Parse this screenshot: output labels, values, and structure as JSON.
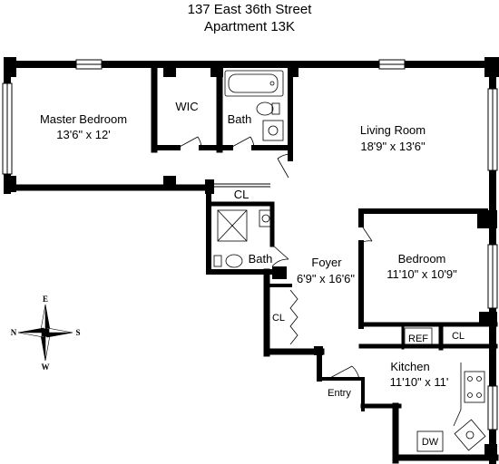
{
  "header": {
    "address": "137 East 36th Street",
    "unit": "Apartment 13K"
  },
  "rooms": {
    "master_bedroom": {
      "name": "Master Bedroom",
      "dims": "13'6\" x 12'"
    },
    "wic": {
      "name": "WIC"
    },
    "bath_top": {
      "name": "Bath"
    },
    "living_room": {
      "name": "Living Room",
      "dims": "18'9\" x 13'6\""
    },
    "closet_hall": {
      "name": "CL"
    },
    "bath_mid": {
      "name": "Bath"
    },
    "foyer": {
      "name": "Foyer",
      "dims": "6'9\" x 16'6\""
    },
    "bedroom": {
      "name": "Bedroom",
      "dims": "11'10\" x 10'9\""
    },
    "closet_foyer": {
      "name": "CL"
    },
    "ref": {
      "name": "REF"
    },
    "closet_bedroom": {
      "name": "CL"
    },
    "kitchen": {
      "name": "Kitchen",
      "dims": "11'10\" x 11'"
    },
    "entry": {
      "name": "Entry"
    },
    "dishwasher": {
      "name": "DW"
    }
  },
  "compass": {
    "north": "N",
    "south": "S",
    "east": "E",
    "west": "W"
  }
}
